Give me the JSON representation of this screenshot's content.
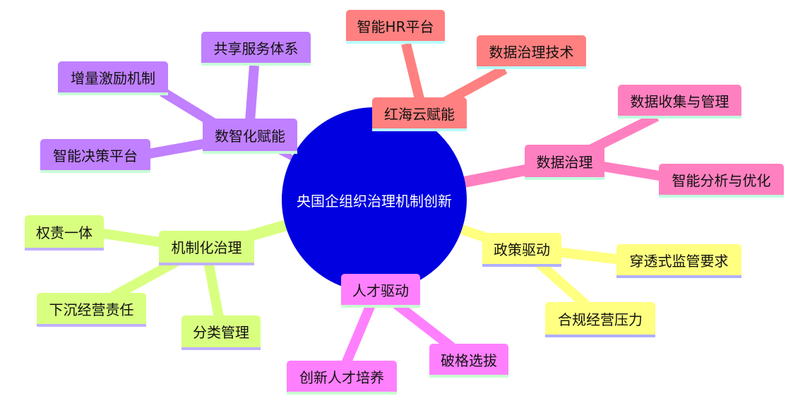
{
  "center": "央国企组织治理机制创新",
  "colors": {
    "red": "#ff8080",
    "purple": "#c080ff",
    "pink": "#ff80c0",
    "green": "#d8ff80",
    "yellow": "#ffff80",
    "magenta": "#ff80ff",
    "center": "#0000e0"
  },
  "branches": {
    "hongyun": {
      "label": "红海云赋能",
      "children": [
        "智能HR平台",
        "数据治理技术"
      ]
    },
    "digital": {
      "label": "数智化赋能",
      "children": [
        "共享服务体系",
        "增量激励机制",
        "智能决策平台"
      ]
    },
    "data": {
      "label": "数据治理",
      "children": [
        "数据收集与管理",
        "智能分析与优化"
      ]
    },
    "mechanism": {
      "label": "机制化治理",
      "children": [
        "权责一体",
        "下沉经营责任",
        "分类管理"
      ]
    },
    "policy": {
      "label": "政策驱动",
      "children": [
        "穿透式监管要求",
        "合规经营压力"
      ]
    },
    "talent": {
      "label": "人才驱动",
      "children": [
        "破格选拔",
        "创新人才培养"
      ]
    }
  }
}
